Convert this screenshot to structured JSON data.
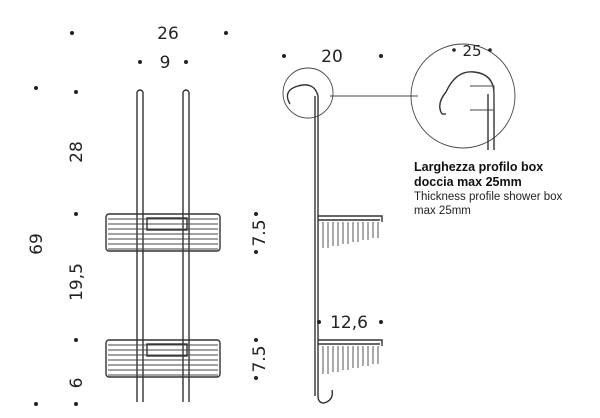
{
  "dimensions": {
    "front_width": "26",
    "rail_spacing": "9",
    "side_depth": "20",
    "profile_width": "25",
    "total_height": "69",
    "top_section": "28",
    "middle_section": "19,5",
    "bottom_section": "6",
    "basket_height_upper": "7.5",
    "basket_height_lower": "7.5",
    "basket_depth": "12,6"
  },
  "caption": {
    "italian": [
      "Larghezza profilo box",
      "doccia max 25mm"
    ],
    "english": [
      "Thickness profile shower box",
      "max 25mm"
    ]
  }
}
